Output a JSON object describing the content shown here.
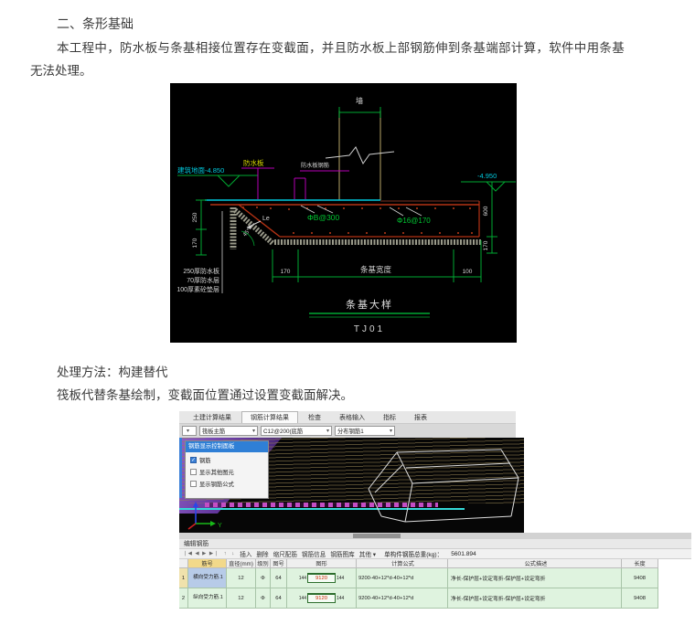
{
  "document": {
    "heading": "二、条形基础",
    "para_line1": "本工程中，防水板与条基相接位置存在变截面，并且防水板上部钢筋伸到条基端部计算，软件中用条基",
    "para_line2": "无法处理。",
    "method": "处理方法：构建替代",
    "method_desc": "筏板代替条基绘制，变截面位置通过设置变截面解决。"
  },
  "cad": {
    "wall_label": "墙",
    "floor_level": "建筑地面-4.850",
    "right_level": "-4.950",
    "waterproof_slab": "防水板",
    "waterproof_rebar": "防水板钢筋",
    "dim_250": "250",
    "dim_170_left": "170",
    "le_label": "Le",
    "angle_label": "45°",
    "rebar_bottom": "ΦB@300",
    "rebar_top": "Φ16@170",
    "dim_600": "600",
    "dim_170_right": "170",
    "dim_bottom_left": "170",
    "width_label": "条基宽度",
    "dim_bottom_right": "100",
    "layer1": "250厚防水板",
    "layer2": "70厚防水层",
    "layer3": "100厚素砼垫层",
    "title": "条基大样",
    "code": "TJ01"
  },
  "software": {
    "tabs": [
      "土建计算结果",
      "钢筋计算结果",
      "检查",
      "表格输入",
      "指标",
      "报表"
    ],
    "combo1": "筏板主筋",
    "combo2": "C12@200(底筋",
    "combo3": "分布钢筋1",
    "panel": {
      "title": "钢筋显示控制面板",
      "cb1": "钢筋",
      "cb2": "显示其他图元",
      "cb3": "显示钢筋公式"
    },
    "axis_y": "Y",
    "bottom_panel_label": "编辑钢筋",
    "toolbar": {
      "nav": "❘◀ ◀ ▶ ▶❘",
      "up": "↑",
      "down": "↓",
      "btn_insert": "插入",
      "btn_delete": "删除",
      "btn_suoChi": "缩尺配筋",
      "btn_info": "钢筋信息",
      "btn_lib": "钢筋图库",
      "btn_other": "其他 ▾",
      "weight_label": "单构件钢筋总重(kg)：",
      "weight_value": "5601.894"
    },
    "table": {
      "headers": [
        "筋号",
        "直径(mm)",
        "级别",
        "图号",
        "图形",
        "计算公式",
        "公式描述",
        "长度"
      ],
      "rows": [
        {
          "num": "1",
          "name": "横向受力筋.1",
          "dia": "12",
          "level": "Φ",
          "shape_no": "64",
          "hook_l": "144",
          "shape_val": "9120",
          "hook_r": "144",
          "formula": "9200-40+12*d-40+12*d",
          "desc": "净长-保护层+设定弯折-保护层+设定弯折",
          "len": "9408"
        },
        {
          "num": "2",
          "name": "纵向受力筋.1",
          "dia": "12",
          "level": "Φ",
          "shape_no": "64",
          "hook_l": "144",
          "shape_val": "9120",
          "hook_r": "144",
          "formula": "9200-40+12*d-40+12*d",
          "desc": "净长-保护层+设定弯折-保护层+设定弯折",
          "len": "9408"
        }
      ]
    }
  }
}
